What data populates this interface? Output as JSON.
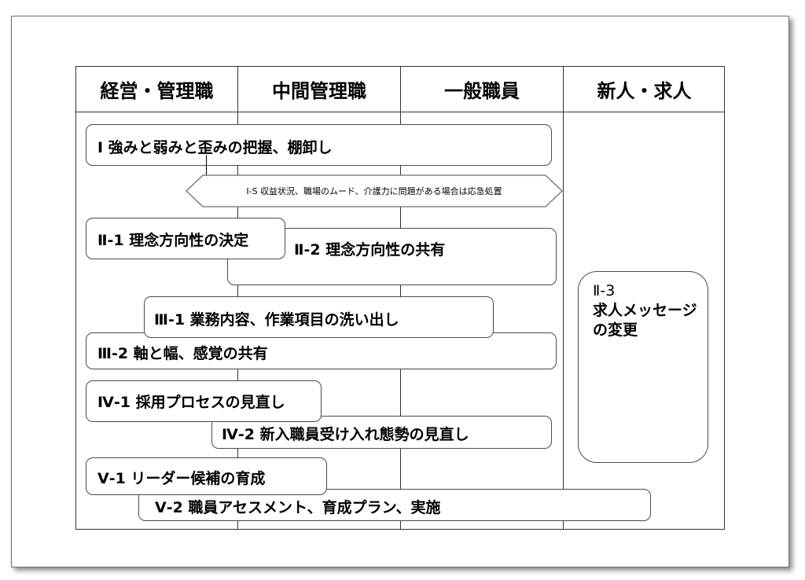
{
  "columns": [
    {
      "label": "経営・管理職"
    },
    {
      "label": "中間管理職"
    },
    {
      "label": "一般職員"
    },
    {
      "label": "新人・求人"
    }
  ],
  "tasks": {
    "t1": {
      "text": "Ⅰ  強みと弱みと歪みの把握、棚卸し"
    },
    "t1s": {
      "text": "Ⅰ-S  収益状況、職場のムード、介護力に問題がある場合は応急処置"
    },
    "t2_1": {
      "text": "Ⅱ-1  理念方向性の決定"
    },
    "t2_2": {
      "text": "Ⅱ-2  理念方向性の共有"
    },
    "t2_3_num": {
      "text": "Ⅱ-3"
    },
    "t2_3_line1": {
      "text": "求人メッセージ"
    },
    "t2_3_line2": {
      "text": "の変更"
    },
    "t3_1": {
      "text": "Ⅲ-1  業務内容、作業項目の洗い出し"
    },
    "t3_2": {
      "text": "Ⅲ-2  軸と幅、感覚の共有"
    },
    "t4_1": {
      "text": "Ⅳ-1  採用プロセスの見直し"
    },
    "t4_2": {
      "text": "Ⅳ-2  新入職員受け入れ態勢の見直し"
    },
    "t5_1": {
      "text": "Ⅴ-1  リーダー候補の育成"
    },
    "t5_2": {
      "text": "Ⅴ-2  職員アセスメント、育成プラン、実施"
    }
  }
}
